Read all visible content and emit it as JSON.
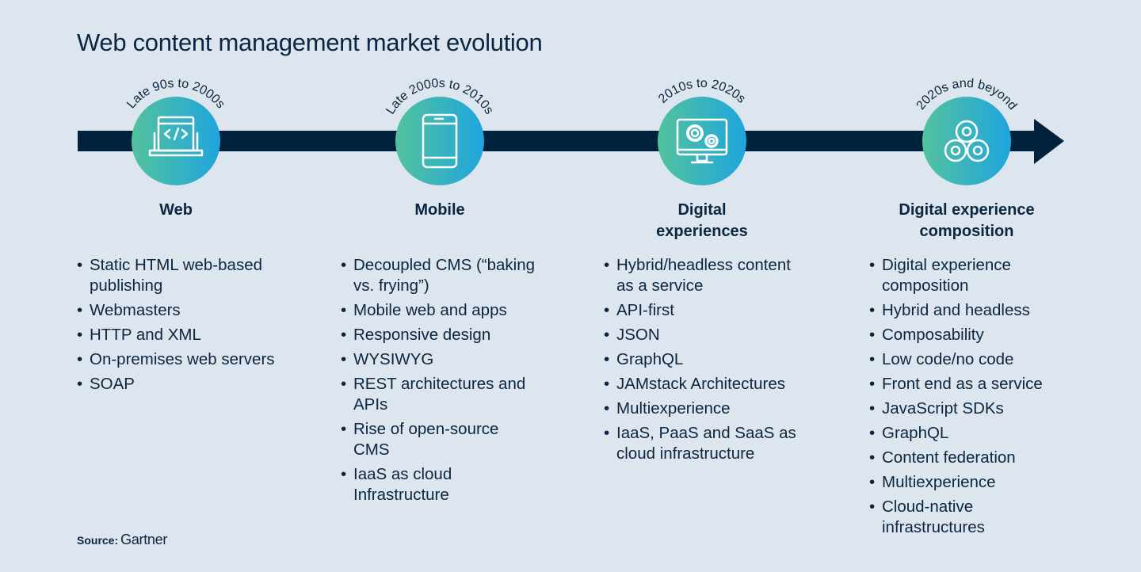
{
  "title": "Web content management market evolution",
  "colors": {
    "background": "#dde5ee",
    "arrow": "#00223c",
    "circle_start": "#54c29e",
    "circle_end": "#1ea5de",
    "text": "#0b2640"
  },
  "eras": [
    {
      "period": "Late 90s to 2000s",
      "heading": "Web",
      "icon": "laptop-code-icon",
      "items": [
        "Static HTML web-based publishing",
        "Webmasters",
        "HTTP and XML",
        "On-premises web servers",
        "SOAP"
      ]
    },
    {
      "period": "Late 2000s to 2010s",
      "heading": "Mobile",
      "icon": "smartphone-icon",
      "items": [
        "Decoupled CMS (“baking vs. frying”)",
        "Mobile web and apps",
        "Responsive design",
        "WYSIWYG",
        "REST architectures and APIs",
        "Rise of open-source CMS",
        "IaaS as cloud Infrastructure"
      ]
    },
    {
      "period": "2010s to 2020s",
      "heading": "Digital experiences",
      "icon": "monitor-gears-icon",
      "items": [
        "Hybrid/headless content as a service",
        "API-first",
        "JSON",
        "GraphQL",
        "JAMstack Architectures",
        "Multiexperience",
        "IaaS, PaaS and SaaS as cloud infrastructure"
      ]
    },
    {
      "period": "2020s and beyond",
      "heading": "Digital experience composition",
      "icon": "composition-circles-icon",
      "items": [
        "Digital experience composition",
        "Hybrid and headless",
        "Composability",
        "Low code/no code",
        "Front end as a service",
        "JavaScript SDKs",
        "GraphQL",
        "Content federation",
        "Multiexperience",
        "Cloud-native infrastructures"
      ]
    }
  ],
  "source": {
    "label": "Source:",
    "brand": "Gartner"
  }
}
